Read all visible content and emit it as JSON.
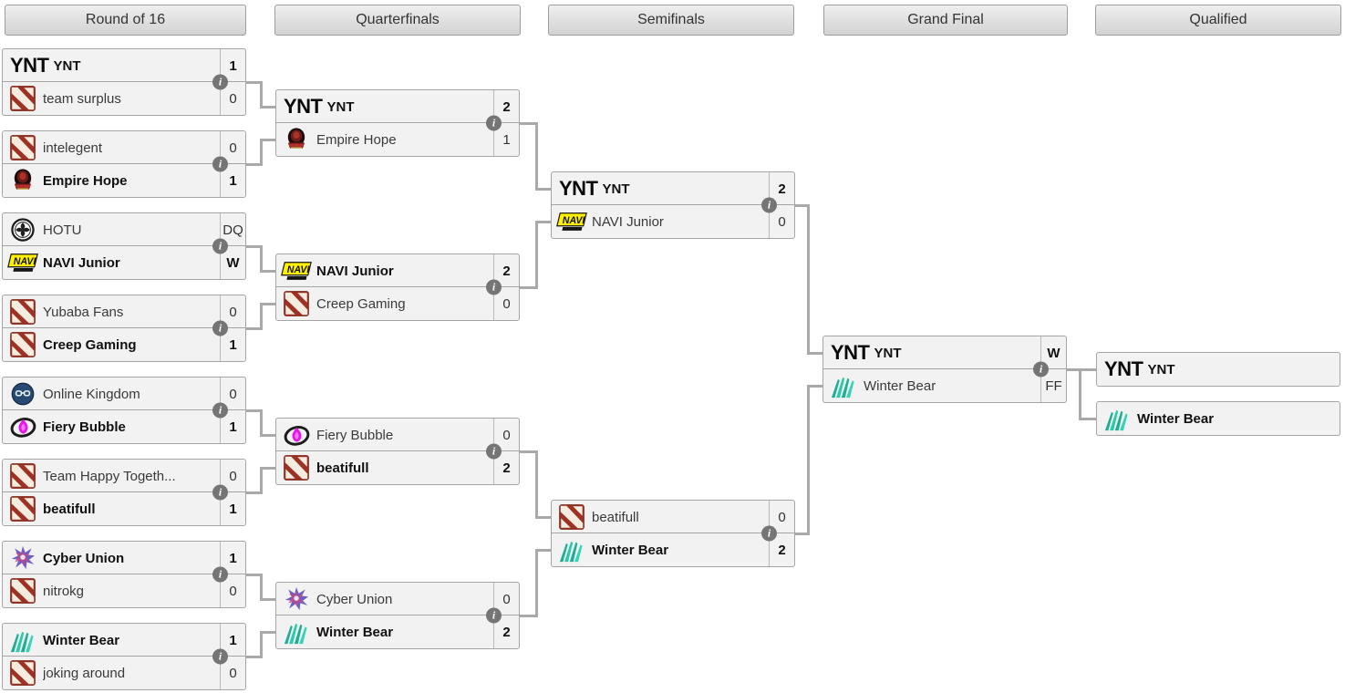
{
  "columns": [
    {
      "label": "Round of 16"
    },
    {
      "label": "Quarterfinals"
    },
    {
      "label": "Semifinals"
    },
    {
      "label": "Grand Final"
    },
    {
      "label": "Qualified"
    }
  ],
  "ui": {
    "info_glyph": "i"
  },
  "colors": {
    "match_bg": "#f2f2f2",
    "border": "#a5a5a5",
    "connector": "#a9a9a9",
    "header_bg": "#d9d9d9",
    "info_icon_bg": "#757575",
    "winner_text": "#111111",
    "loser_text": "#3a3a3a",
    "dota_red": "#9d3123",
    "navi_yellow": "#ffef00",
    "winter_bear_teal": "#27c4a8",
    "fiery_magenta": "#e517e5",
    "empire_dark_red": "#6e1a1a",
    "online_kingdom_navy": "#274a72",
    "cyber_union_purple": "#6f5fc0"
  },
  "logos": {
    "ynt": {
      "type": "text",
      "value": "YNT"
    },
    "dota2": {
      "type": "svg"
    },
    "empire-hope": {
      "type": "svg"
    },
    "hotu": {
      "type": "svg"
    },
    "navi-junior": {
      "type": "svg"
    },
    "online-kingdom": {
      "type": "svg"
    },
    "fiery-bubble": {
      "type": "svg"
    },
    "cyber-union": {
      "type": "svg"
    },
    "winter-bear": {
      "type": "svg"
    }
  },
  "rounds": [
    {
      "name": "Round of 16",
      "matches": [
        {
          "team1": {
            "name": "YNT",
            "score": "1",
            "winner": true,
            "logo": "ynt"
          },
          "team2": {
            "name": "team surplus",
            "score": "0",
            "winner": false,
            "logo": "dota2"
          }
        },
        {
          "team1": {
            "name": "intelegent",
            "score": "0",
            "winner": false,
            "logo": "dota2"
          },
          "team2": {
            "name": "Empire Hope",
            "score": "1",
            "winner": true,
            "logo": "empire-hope"
          }
        },
        {
          "team1": {
            "name": "HOTU",
            "score": "DQ",
            "winner": false,
            "logo": "hotu"
          },
          "team2": {
            "name": "NAVI Junior",
            "score": "W",
            "winner": true,
            "logo": "navi-junior"
          }
        },
        {
          "team1": {
            "name": "Yubaba Fans",
            "score": "0",
            "winner": false,
            "logo": "dota2"
          },
          "team2": {
            "name": "Creep Gaming",
            "score": "1",
            "winner": true,
            "logo": "dota2"
          }
        },
        {
          "team1": {
            "name": "Online Kingdom",
            "score": "0",
            "winner": false,
            "logo": "online-kingdom"
          },
          "team2": {
            "name": "Fiery Bubble",
            "score": "1",
            "winner": true,
            "logo": "fiery-bubble"
          }
        },
        {
          "team1": {
            "name": "Team Happy Togeth...",
            "score": "0",
            "winner": false,
            "logo": "dota2"
          },
          "team2": {
            "name": "beatifull",
            "score": "1",
            "winner": true,
            "logo": "dota2"
          }
        },
        {
          "team1": {
            "name": "Cyber Union",
            "score": "1",
            "winner": true,
            "logo": "cyber-union"
          },
          "team2": {
            "name": "nitrokg",
            "score": "0",
            "winner": false,
            "logo": "dota2"
          }
        },
        {
          "team1": {
            "name": "Winter Bear",
            "score": "1",
            "winner": true,
            "logo": "winter-bear"
          },
          "team2": {
            "name": "joking around",
            "score": "0",
            "winner": false,
            "logo": "dota2"
          }
        }
      ]
    },
    {
      "name": "Quarterfinals",
      "matches": [
        {
          "team1": {
            "name": "YNT",
            "score": "2",
            "winner": true,
            "logo": "ynt"
          },
          "team2": {
            "name": "Empire Hope",
            "score": "1",
            "winner": false,
            "logo": "empire-hope"
          }
        },
        {
          "team1": {
            "name": "NAVI Junior",
            "score": "2",
            "winner": true,
            "logo": "navi-junior"
          },
          "team2": {
            "name": "Creep Gaming",
            "score": "0",
            "winner": false,
            "logo": "dota2"
          }
        },
        {
          "team1": {
            "name": "Fiery Bubble",
            "score": "0",
            "winner": false,
            "logo": "fiery-bubble"
          },
          "team2": {
            "name": "beatifull",
            "score": "2",
            "winner": true,
            "logo": "dota2"
          }
        },
        {
          "team1": {
            "name": "Cyber Union",
            "score": "0",
            "winner": false,
            "logo": "cyber-union"
          },
          "team2": {
            "name": "Winter Bear",
            "score": "2",
            "winner": true,
            "logo": "winter-bear"
          }
        }
      ]
    },
    {
      "name": "Semifinals",
      "matches": [
        {
          "team1": {
            "name": "YNT",
            "score": "2",
            "winner": true,
            "logo": "ynt"
          },
          "team2": {
            "name": "NAVI Junior",
            "score": "0",
            "winner": false,
            "logo": "navi-junior"
          }
        },
        {
          "team1": {
            "name": "beatifull",
            "score": "0",
            "winner": false,
            "logo": "dota2"
          },
          "team2": {
            "name": "Winter Bear",
            "score": "2",
            "winner": true,
            "logo": "winter-bear"
          }
        }
      ]
    },
    {
      "name": "Grand Final",
      "matches": [
        {
          "team1": {
            "name": "YNT",
            "score": "W",
            "winner": true,
            "logo": "ynt"
          },
          "team2": {
            "name": "Winter Bear",
            "score": "FF",
            "winner": false,
            "logo": "winter-bear"
          }
        }
      ]
    }
  ],
  "qualified": [
    {
      "name": "YNT",
      "logo": "ynt"
    },
    {
      "name": "Winter Bear",
      "logo": "winter-bear"
    }
  ]
}
